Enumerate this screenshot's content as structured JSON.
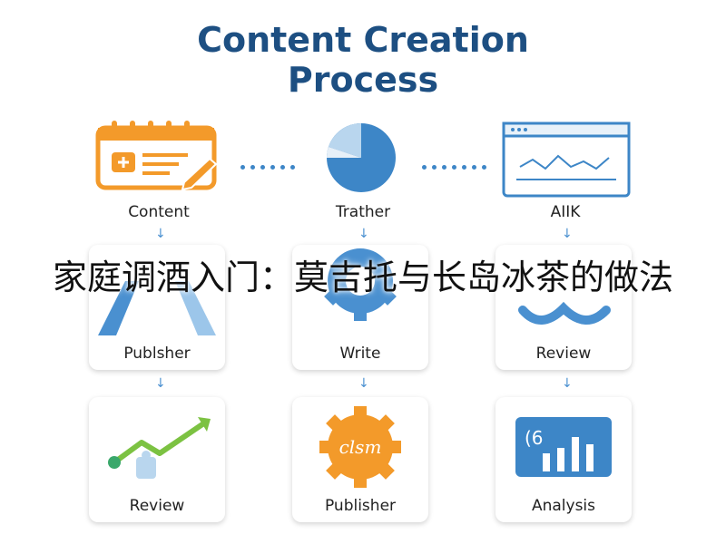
{
  "title": {
    "line1": "Content Creation",
    "line2": "Process"
  },
  "top_row": [
    {
      "label": "Content",
      "icon": "calendar-edit-icon"
    },
    {
      "label": "Trather",
      "icon": "pie-chart-icon"
    },
    {
      "label": "AIIK",
      "icon": "browser-line-chart-icon"
    }
  ],
  "middle_row": [
    {
      "label": "Publsher",
      "icon": "people-icon"
    },
    {
      "label": "Write",
      "icon": "gear-icon"
    },
    {
      "label": "Review",
      "icon": "person-icon"
    }
  ],
  "bottom_row": [
    {
      "label": "Review",
      "icon": "trend-arrow-icon"
    },
    {
      "label": "Publisher",
      "icon": "orange-gear-icon",
      "inner_text": "clsm"
    },
    {
      "label": "Analysis",
      "icon": "bar-chart-icon",
      "inner_text": "(6"
    }
  ],
  "overlay_caption": "家庭调酒入门：莫吉托与长岛冰茶的做法",
  "colors": {
    "title": "#1d4f82",
    "blue": "#3d86c7",
    "orange": "#f39a2a",
    "green": "#7cc242"
  }
}
